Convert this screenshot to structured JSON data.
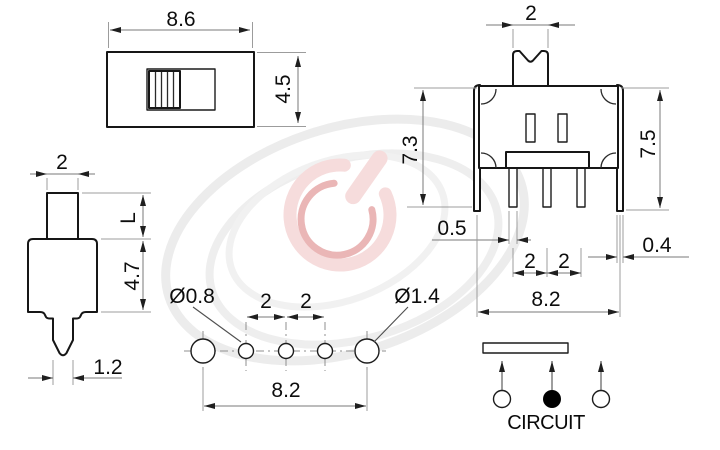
{
  "drawing": {
    "top_view": {
      "width": "8.6",
      "height": "4.5"
    },
    "side_view": {
      "knob_width": "2",
      "knob_height": "L",
      "body_height": "4.7",
      "terminal_width": "1.2"
    },
    "front_view": {
      "knob_width": "2",
      "height_left": "7.3",
      "height_right": "7.5",
      "terminal_width": "0.5",
      "pitch_a": "2",
      "pitch_b": "2",
      "bracket_thickness": "0.4",
      "overall_width": "8.2"
    },
    "pcb_layout": {
      "small_hole_dia": "Ø0.8",
      "pitch_a": "2",
      "pitch_b": "2",
      "large_hole_dia": "Ø1.4",
      "span": "8.2"
    },
    "circuit": {
      "label": "CIRCUIT"
    },
    "colors": {
      "line": "#161616",
      "dim_line": "#7a7a7a",
      "watermark_gray": "#ececec",
      "watermark_pink": "#f6dcdc",
      "watermark_red": "#eab6b6"
    }
  }
}
